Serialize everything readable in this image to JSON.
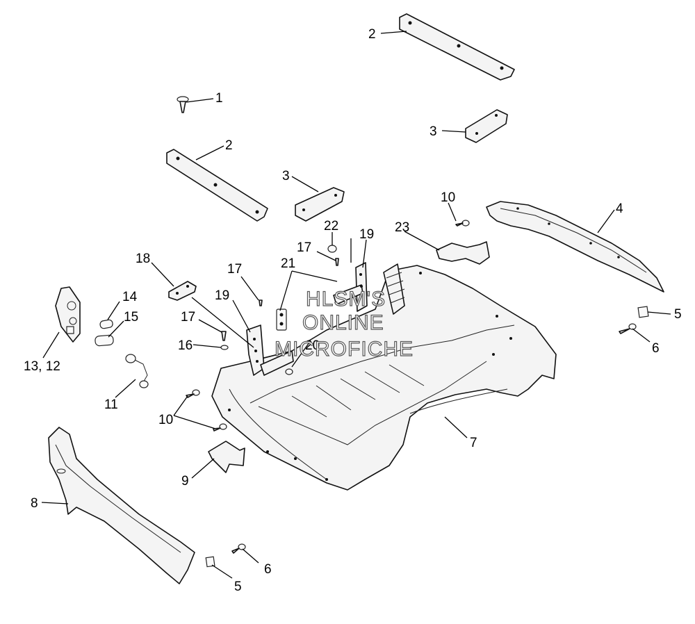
{
  "callouts": {
    "c1": "1",
    "c2a": "2",
    "c2b": "2",
    "c3a": "3",
    "c3b": "3",
    "c4": "4",
    "c5a": "5",
    "c5b": "5",
    "c6a": "6",
    "c6b": "6",
    "c7": "7",
    "c8": "8",
    "c9": "9",
    "c10a": "10",
    "c10b": "10",
    "c11": "11",
    "c12_13": "13, 12",
    "c14": "14",
    "c15": "15",
    "c16": "16",
    "c17a": "17",
    "c17b": "17",
    "c17c": "17",
    "c18": "18",
    "c19a": "19",
    "c19b": "19",
    "c20": "20",
    "c21": "21",
    "c22": "22",
    "c23": "23"
  },
  "watermark": {
    "line1": "HLSM'S",
    "line2": "ONLINE",
    "line3": "MICROFICHE"
  }
}
